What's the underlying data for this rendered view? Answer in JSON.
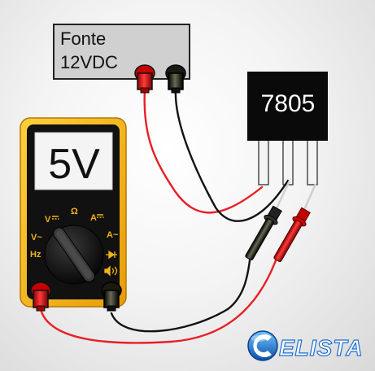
{
  "power_supply": {
    "label_line1": "Fonte",
    "label_line2": "12VDC"
  },
  "regulator": {
    "label": "7805"
  },
  "multimeter": {
    "display": "5V",
    "dial_labels": {
      "v_dc": "V",
      "ohm": "Ω",
      "a_dc": "A",
      "v_ac": "V~",
      "a_ac": "A~",
      "hz": "Hz"
    }
  },
  "logo": {
    "text": "ELISTA"
  },
  "colors": {
    "meter_yellow": "#f2b21a",
    "lcd": "#f4f4f4",
    "red_wire": "#e81e25",
    "black_wire": "#111111",
    "chip": "#0a0a0a",
    "logo_blue": "#1e6fd0"
  }
}
